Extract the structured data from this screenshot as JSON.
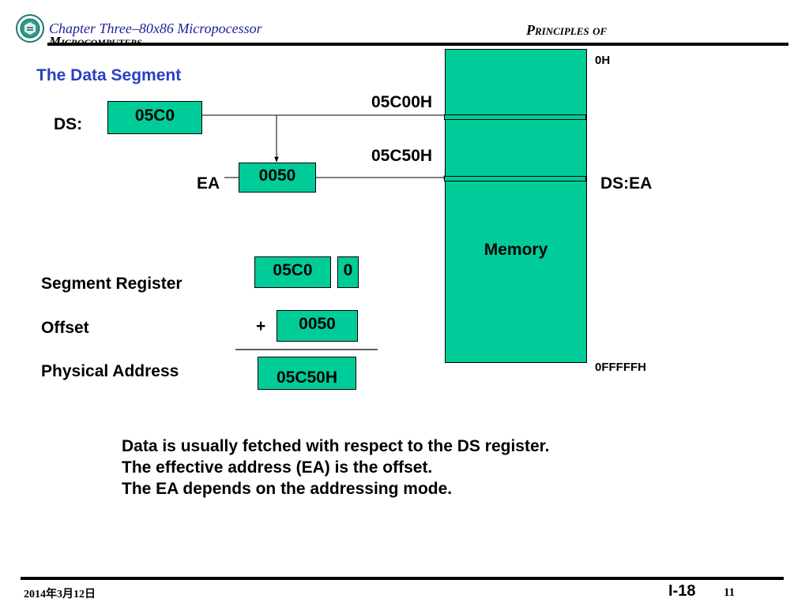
{
  "header": {
    "chapter": "Chapter Three–80x86 Micropocessor",
    "principles": "Principles of",
    "microcomputers": "Microcomputers",
    "logo_icon": "university-seal-icon"
  },
  "section_title": "The Data Segment",
  "diagram": {
    "ds_label": "DS:",
    "ds_value": "05C0",
    "ea_label": "EA",
    "ea_value": "0050",
    "addr_segment_start": "05C00H",
    "addr_effective": "05C50H",
    "dsea_label": "DS:EA",
    "memory_label": "Memory",
    "mem_top": "0H",
    "mem_bottom": "0FFFFFH",
    "box_color": "#00cc99"
  },
  "calculation": {
    "segment_label": "Segment Register",
    "offset_label": "Offset",
    "physical_label": "Physical Address",
    "segment_value": "05C0",
    "shift_digit": "0",
    "plus_sign": "+",
    "offset_value": "0050",
    "physical_value": "05C50H"
  },
  "notes": [
    "Data is usually fetched with respect to the DS register.",
    "The effective address (EA) is the offset.",
    "The EA depends on the addressing mode."
  ],
  "footer": {
    "date": "2014年3月12日",
    "slide_id": "I-18",
    "page": "11"
  }
}
